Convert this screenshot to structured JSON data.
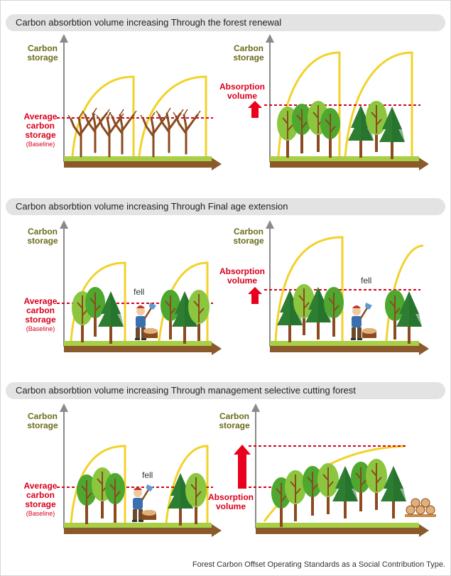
{
  "sections": [
    {
      "title": "Carbon absorbtion volume increasing Through the forest renewal"
    },
    {
      "title": "Carbon absorbtion volume increasing Through Final age extension"
    },
    {
      "title": "Carbon absorbtion volume increasing Through management selective cutting forest"
    }
  ],
  "labels": {
    "carbon_storage_line1": "Carbon",
    "carbon_storage_line2": "storage",
    "average_line1": "Average",
    "average_line2": "carbon",
    "average_line3": "storage",
    "baseline": "(Baseline)",
    "absorption_line1": "Absorption",
    "absorption_line2": "volume",
    "fell": "fell"
  },
  "footnote": "Forest Carbon Offset Operating Standards as a Social Contribution Type.",
  "colors": {
    "axis": "#8a8a8a",
    "curve": "#f2d22a",
    "baseline_dash": "#d9001b",
    "arrow": "#e8001c",
    "ground_brown": "#8a5a2b",
    "ground_green": "#a8cf45",
    "tree_light": "#8cc63f",
    "tree_mid": "#4ea72e",
    "tree_dark": "#2d7d32",
    "trunk": "#8b4a1f"
  }
}
